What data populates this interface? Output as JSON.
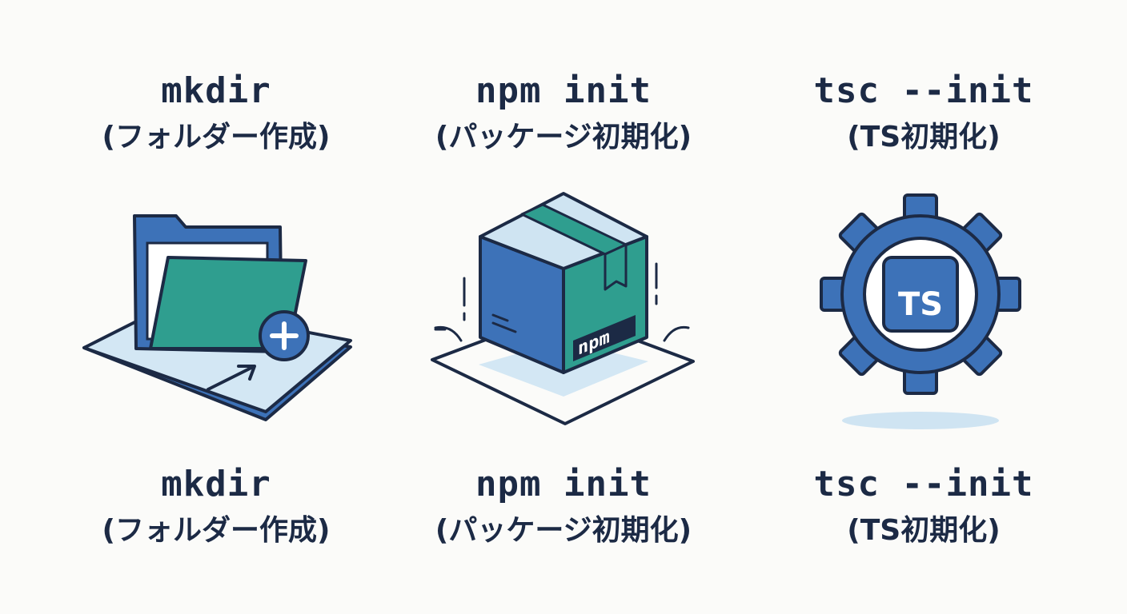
{
  "steps": [
    {
      "command": "mkdir",
      "description": "(フォルダー作成)"
    },
    {
      "command": "npm init",
      "description": "(パッケージ初期化)"
    },
    {
      "command": "tsc --init",
      "description": "(TS初期化)"
    }
  ],
  "icons": {
    "folder": "folder-plus-icon",
    "package": "npm-package-icon",
    "gear": "typescript-gear-icon",
    "npm_label": "npm",
    "ts_label": "TS"
  },
  "colors": {
    "outline": "#1c2a45",
    "blue": "#3d72b8",
    "teal": "#2f9e8f",
    "light_blue": "#cfe4f2"
  }
}
